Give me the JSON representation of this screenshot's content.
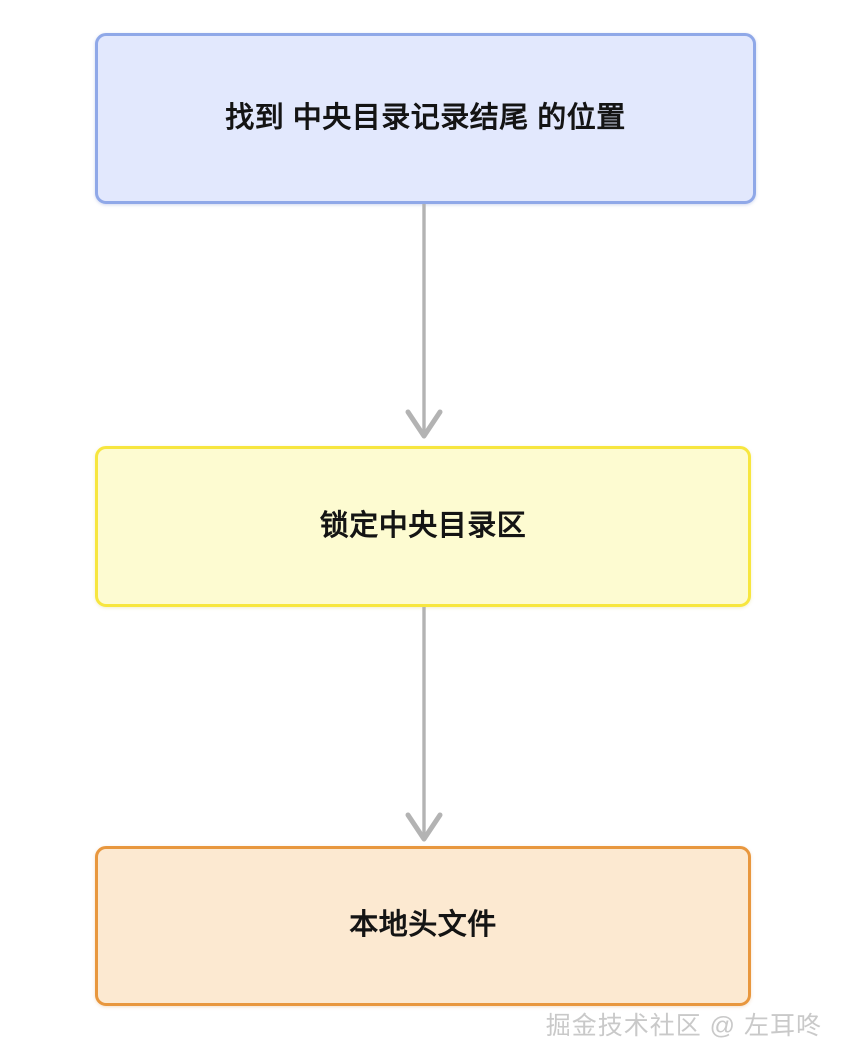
{
  "diagram": {
    "type": "flowchart",
    "orientation": "top-to-bottom",
    "background_color": "#ffffff",
    "nodes": [
      {
        "id": "eocd",
        "label": "找到 中央目录记录结尾 的位置",
        "fill_color": "#e2e8fd",
        "border_color": "#8fa8e8",
        "text_color": "#141414"
      },
      {
        "id": "central-dir",
        "label": "锁定中央目录区",
        "fill_color": "#fdfbd1",
        "border_color": "#f7e63f",
        "text_color": "#141414"
      },
      {
        "id": "local-header",
        "label": "本地头文件",
        "fill_color": "#fce9d1",
        "border_color": "#e8973e",
        "text_color": "#141414"
      }
    ],
    "edges": [
      {
        "id": "edge-1",
        "from": "eocd",
        "to": "central-dir",
        "label": "",
        "color": "#b3b3b3",
        "arrowhead": "open-v"
      },
      {
        "id": "edge-2",
        "from": "central-dir",
        "to": "local-header",
        "label": "",
        "color": "#b3b3b3",
        "arrowhead": "open-v"
      }
    ]
  },
  "watermark": {
    "text": "掘金技术社区 @ 左耳咚",
    "color": "#c9c9c9"
  }
}
